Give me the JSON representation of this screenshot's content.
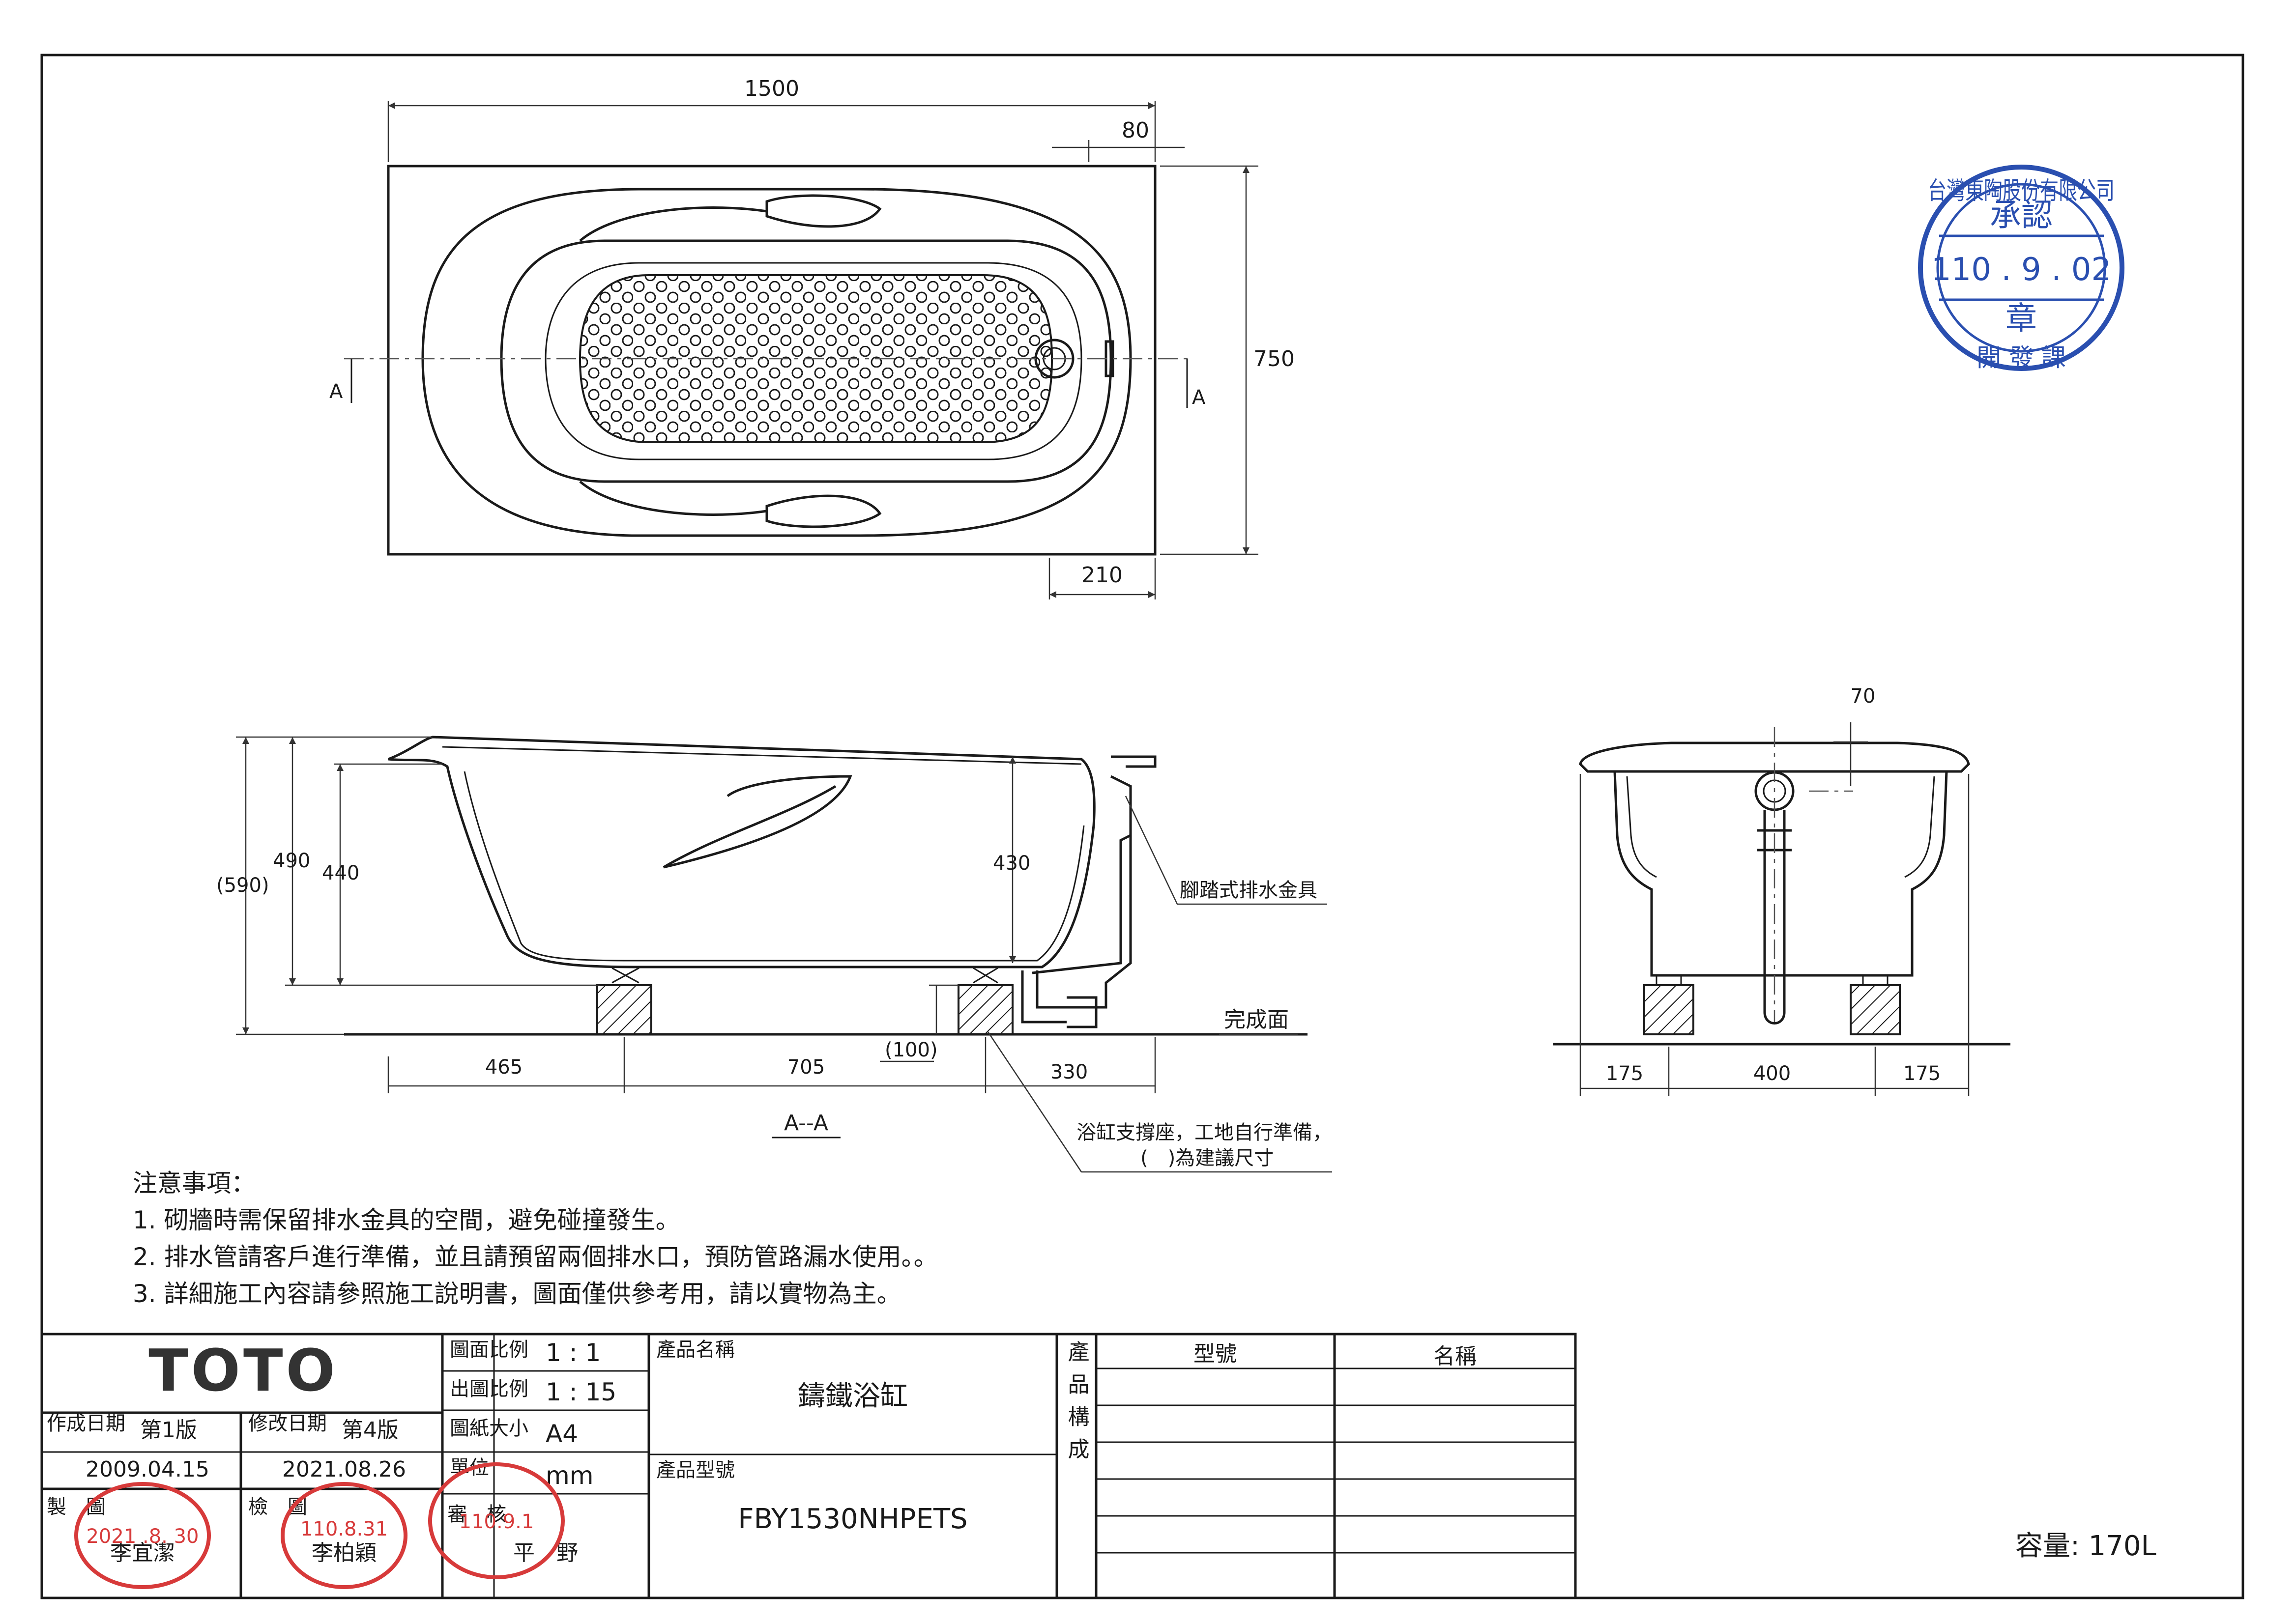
{
  "top_view": {
    "dim_length": "1500",
    "dim_flange": "80",
    "dim_width": "750",
    "dim_drain_offset": "210",
    "section_marker": "A"
  },
  "section_view": {
    "dim_total_height": "(590)",
    "dim_rim_height": "490",
    "dim_inner_depth": "440",
    "dim_overflow_height": "430",
    "dim_support_gap": "(100)",
    "dim_seg1": "465",
    "dim_seg2": "705",
    "dim_seg3": "330",
    "label_drain_fitting": "腳踏式排水金具",
    "label_finish_floor": "完成面",
    "section_label": "A--A",
    "note_support_line1": "浴缸支撐座，工地自行準備，",
    "note_support_line2": "(　)為建議尺寸"
  },
  "end_view": {
    "dim_top": "70",
    "dim_left": "175",
    "dim_mid": "400",
    "dim_right": "175"
  },
  "notes": {
    "heading": "注意事項：",
    "items": [
      "1. 砌牆時需保留排水金具的空間，避免碰撞發生。",
      "2. 排水管請客戶進行準備，並且請預留兩個排水口，預防管路漏水使用。。",
      "3. 詳細施工內容請參照施工說明書，圖面僅供參考用，請以實物為主。"
    ]
  },
  "title_block": {
    "brand": "TOTO",
    "made_date_label": "作成日期",
    "made_version": "第1版",
    "made_date": "2009.04.15",
    "rev_date_label": "修改日期",
    "rev_version": "第4版",
    "rev_date": "2021.08.26",
    "drawn_label": "製　圖",
    "drawn_name": "李宜潔",
    "checked_label": "檢　圖",
    "checked_name": "李柏穎",
    "approved_label": "審　核",
    "approved_name": "平　野",
    "scale_drawing_label": "圖面比例",
    "scale_drawing_value": "1 : 1",
    "scale_output_label": "出圖比例",
    "scale_output_value": "1 : 15",
    "paper_label": "圖紙大小",
    "paper_value": "A4",
    "unit_label": "單位",
    "unit_value": "mm",
    "product_name_label": "產品名稱",
    "product_name": "鑄鐵浴缸",
    "product_model_label": "產品型號",
    "product_model": "FBY1530NHPETS",
    "composition_label": "產品構成",
    "col_model": "型號",
    "col_name": "名稱",
    "capacity": "容量: 170L"
  },
  "stamps": {
    "approval_outer": "台灣東陶股份有限公司",
    "approval_word": "承認",
    "approval_date": "110 . 9 . 02",
    "approval_seal": "章",
    "approval_dept": "開 發 課",
    "drawn_stamp_date": "2021 .8. 30",
    "checked_stamp_date": "110.8.31",
    "approved_stamp_date": "110.9.1"
  },
  "colors": {
    "line": "#1a1a1a",
    "stamp_blue": "#2a4fb0",
    "stamp_red": "#d73a3a"
  }
}
